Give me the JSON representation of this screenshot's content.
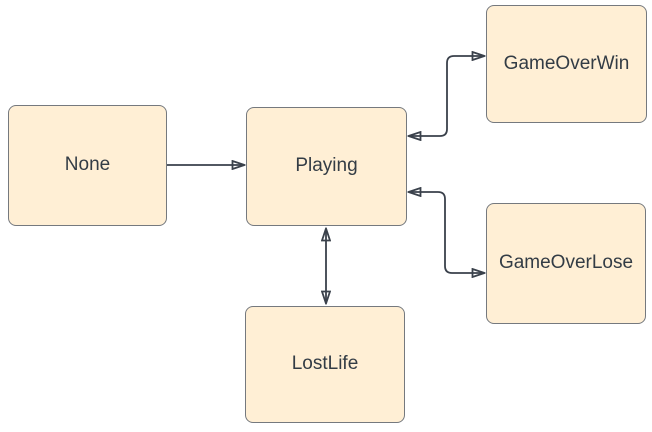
{
  "diagram": {
    "type": "state-diagram",
    "background_color": "#ffffff",
    "node_fill_color": "#FFEFD5",
    "node_border_color": "#75797E",
    "connector_color": "#3A414B",
    "text_color": "#333C45",
    "nodes": [
      {
        "id": "none",
        "label": "None"
      },
      {
        "id": "playing",
        "label": "Playing"
      },
      {
        "id": "game-over-win",
        "label": "GameOverWin"
      },
      {
        "id": "game-over-lose",
        "label": "GameOverLose"
      },
      {
        "id": "lost-life",
        "label": "LostLife"
      }
    ],
    "edges": [
      {
        "from": "None",
        "to": "Playing",
        "arrows": "forward"
      },
      {
        "from": "Playing",
        "to": "GameOverWin",
        "arrows": "both"
      },
      {
        "from": "Playing",
        "to": "GameOverLose",
        "arrows": "both"
      },
      {
        "from": "Playing",
        "to": "LostLife",
        "arrows": "both"
      }
    ]
  }
}
